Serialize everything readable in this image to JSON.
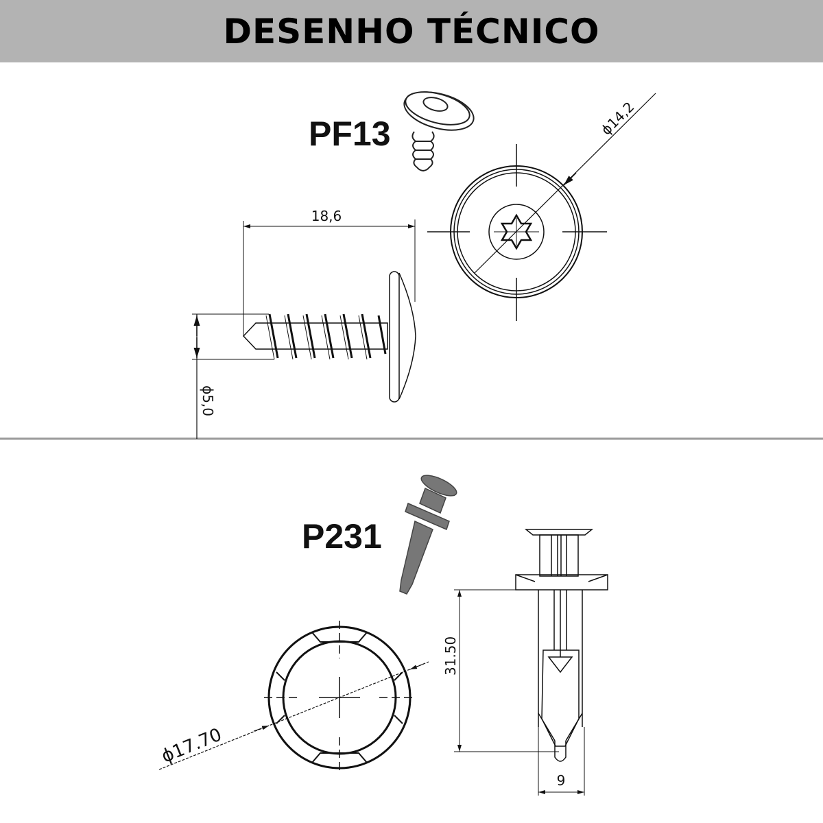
{
  "header": {
    "title": "DESENHO TÉCNICO",
    "background": "#b3b3b3"
  },
  "parts": [
    {
      "code": "PF13",
      "type": "torx washer-head self-tapping screw",
      "dimensions": {
        "length": "18,6",
        "head_diameter": "14,2",
        "thread_diameter": "5,0"
      },
      "dimension_labels": {
        "length": "18,6",
        "head_diameter": "ϕ14,2",
        "thread_diameter": "ϕ5,0"
      }
    },
    {
      "code": "P231",
      "type": "push-type plastic rivet clip",
      "dimensions": {
        "length": "31.50",
        "head_diameter": "17.70",
        "body_width": "9"
      },
      "dimension_labels": {
        "length": "31.50",
        "head_diameter": "ϕ17.70",
        "body_width": "9"
      }
    }
  ]
}
